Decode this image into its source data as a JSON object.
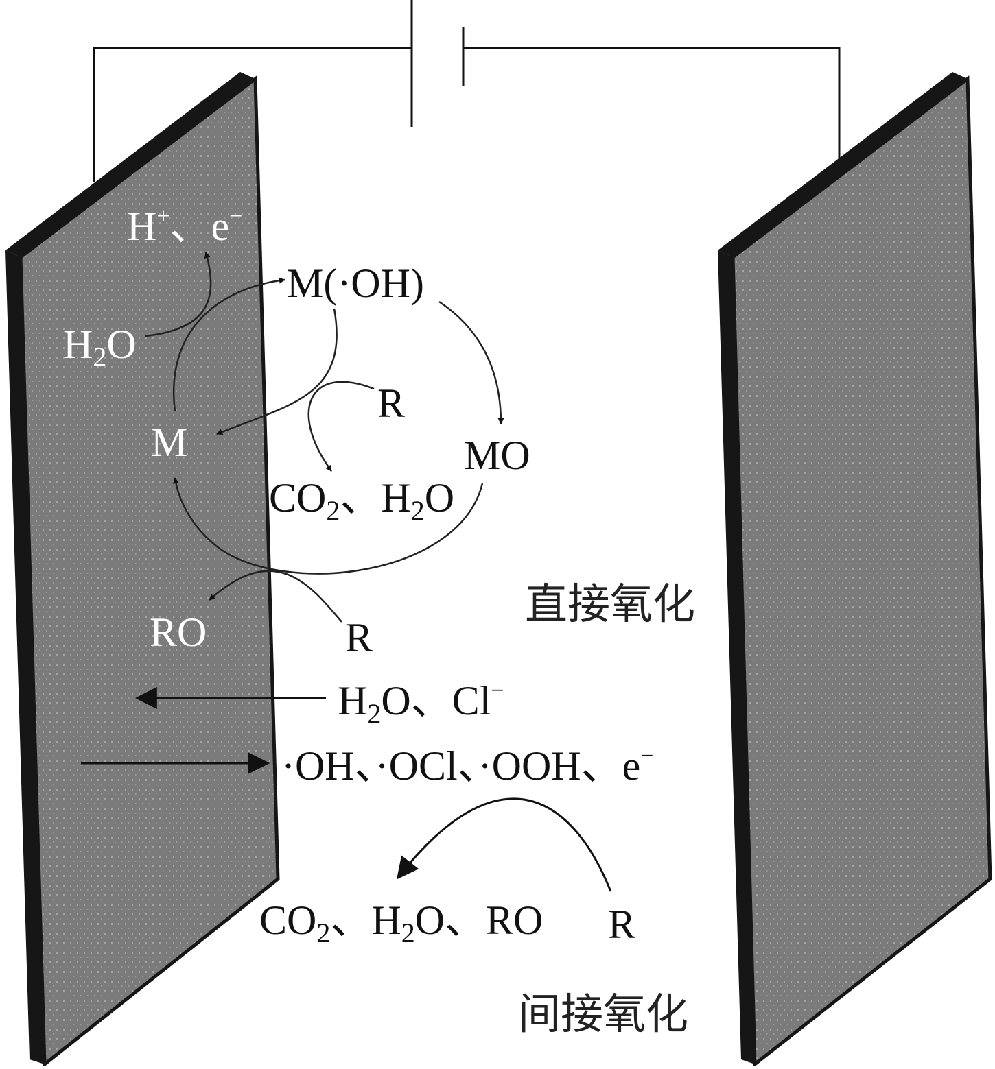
{
  "colors": {
    "electrode_fill": "#7b7b7b",
    "electrode_edge": "#161616",
    "line": "#111111",
    "text_dark": "#111111",
    "text_light": "#ffffff"
  },
  "labels": {
    "h_plus": "H",
    "h_plus_sup": "+",
    "sep1": "、",
    "e1": "e",
    "e1_sup": "−",
    "m_oh": "M(·OH)",
    "h2o_h": "H",
    "h2o_sub": "2",
    "h2o_o": "O",
    "r1": "R",
    "m": "M",
    "mo": "MO",
    "co2_c": "CO",
    "co2_sub": "2",
    "co2_sep": "、H",
    "co2_h2o_sub": "2",
    "co2_h2o_o": "O",
    "ro": "RO",
    "r2": "R",
    "direct_oxidation": "直接氧化",
    "h2o_cl_h": "H",
    "h2o_cl_sub": "2",
    "h2o_cl_rest": "O、Cl",
    "h2o_cl_sup": "−",
    "radicals": "·OH、·OCl、·OOH、e",
    "radicals_sup": "−",
    "prod_c": "CO",
    "prod_sub1": "2",
    "prod_mid": "、H",
    "prod_sub2": "2",
    "prod_rest": "O、RO",
    "r3": "R",
    "indirect_oxidation": "间接氧化"
  }
}
